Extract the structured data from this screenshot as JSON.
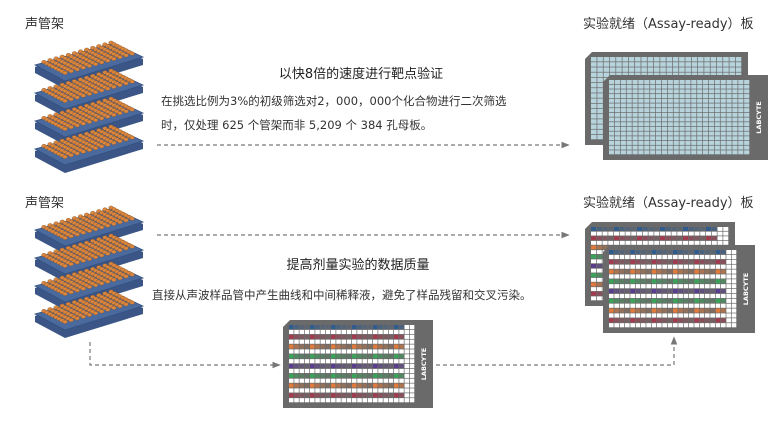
{
  "labels": {
    "rack_top": "声管架",
    "rack_bottom": "声管架",
    "plate_top": "实验就绪（Assay-ready）板",
    "plate_bottom": "实验就绪（Assay-ready）板"
  },
  "section1": {
    "title": "以快8倍的速度进行靶点验证",
    "line1": "在挑选比例为3%的初级筛选对2，000，000个化合物进行二次筛选",
    "line2": "时，仅处理 625 个管架而非 5,209 个 384 孔母板。"
  },
  "section2": {
    "title": "提高剂量实验的数据质量",
    "line1": "直接从声波样品管中产生曲线和中间稀释液，避免了样品残留和交叉污染。"
  },
  "plate_brand": "LABCYTE",
  "colors": {
    "rack_blue": "#4a6a9e",
    "tube_orange": "#d9863e",
    "plate_gray": "#6a6a6a",
    "well_blue_light": "#b7d3dc",
    "arrow": "#777777",
    "row_colors": [
      "#2f5b8e",
      "#a33b4e",
      "#e07a3a",
      "#3aa35a",
      "#5a3d8c",
      "#3aa35a",
      "#e07a3a",
      "#a33b4e"
    ]
  }
}
